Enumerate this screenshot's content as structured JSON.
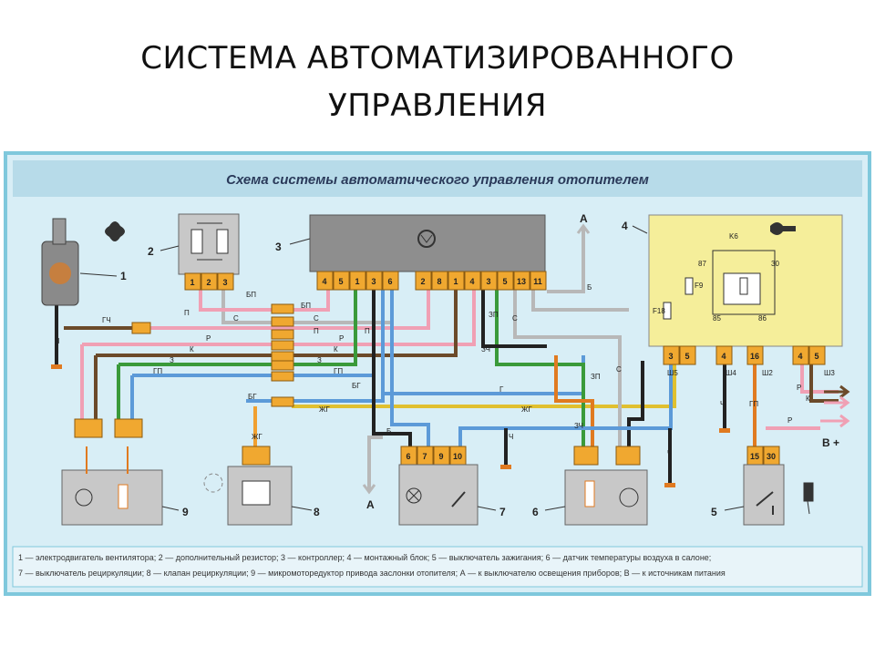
{
  "slide": {
    "title_line1": "СИСТЕМА АВТОМАТИЗИРОВАННОГО",
    "title_line2": "УПРАВЛЕНИЯ"
  },
  "diagram": {
    "header": "Схема системы автоматического управления отопителем",
    "components": {
      "c1": "1",
      "c2": "2",
      "c3": "3",
      "c4": "4",
      "c5": "5",
      "c6": "6",
      "c7": "7",
      "c8": "8",
      "c9": "9"
    },
    "pins": {
      "c2": [
        "1",
        "2",
        "3"
      ],
      "c3_left": [
        "4",
        "5",
        "1",
        "3",
        "6"
      ],
      "c3_right": [
        "2",
        "8",
        "1",
        "4",
        "3",
        "5",
        "13",
        "11"
      ],
      "c4": [
        "3",
        "5",
        "4",
        "16",
        "4",
        "5"
      ],
      "c4_inner": [
        "K6",
        "87",
        "30",
        "F9",
        "F18",
        "85",
        "86"
      ],
      "c7": [
        "6",
        "7",
        "9",
        "10"
      ],
      "c5": [
        "15",
        "30"
      ]
    },
    "connectors": {
      "sh5": "Ш5",
      "sh4": "Ш4",
      "sh2": "Ш2",
      "sh3": "Ш3"
    },
    "arrows": {
      "a_top": "А",
      "a_bottom": "А",
      "b_plus": "В +",
      "b_top": "Б",
      "b_mid": "Б"
    },
    "wires": {
      "bp1": "БП",
      "bp2": "БП",
      "p1": "П",
      "p2": "П",
      "p3": "П",
      "s1": "С",
      "s2": "С",
      "s3": "С",
      "r1": "Р",
      "r2": "Р",
      "r3": "Р",
      "r4": "Р",
      "k1": "К",
      "k2": "К",
      "k3": "К",
      "z1": "З",
      "z2": "З",
      "gp1": "ГП",
      "gp2": "ГП",
      "gp3": "ГП",
      "gch": "ГЧ",
      "ch1": "Ч",
      "ch2": "Ч",
      "ch3": "Ч",
      "ch4": "Ч",
      "bg1": "БГ",
      "bg2": "БГ",
      "zhg1": "ЖГ",
      "zhg2": "ЖГ",
      "zhg3": "ЖГ",
      "g1": "Г",
      "zp1": "ЗП",
      "zp2": "ЗП",
      "zch1": "ЗЧ",
      "zch2": "ЗЧ"
    },
    "caption_line1": "1 — электродвигатель вентилятора; 2 — дополнительный резистор; 3 — контроллер; 4 — монтажный блок; 5 — выключатель зажигания; 6 — датчик температуры воздуха в салоне;",
    "caption_line2": "7 — выключатель рециркуляции; 8 — клапан рециркуляции; 9 — микромотоpедуктор привода заслонки отопителя; А — к выключателю освещения приборов; В — к источникам питания"
  },
  "colors": {
    "frame": "#7fc8dc",
    "background": "#d8eef6",
    "header_band": "#b7dbe9",
    "box_gray": "#c8c8c8",
    "box_yellow": "#f5ee9a",
    "pin_orange": "#f0a830",
    "wire_brown": "#6b4a2a",
    "wire_pink": "#f0a0b4",
    "wire_green": "#3a9a3a",
    "wire_blue": "#5c9ad8",
    "wire_black": "#222222",
    "wire_orange": "#e07a20"
  }
}
